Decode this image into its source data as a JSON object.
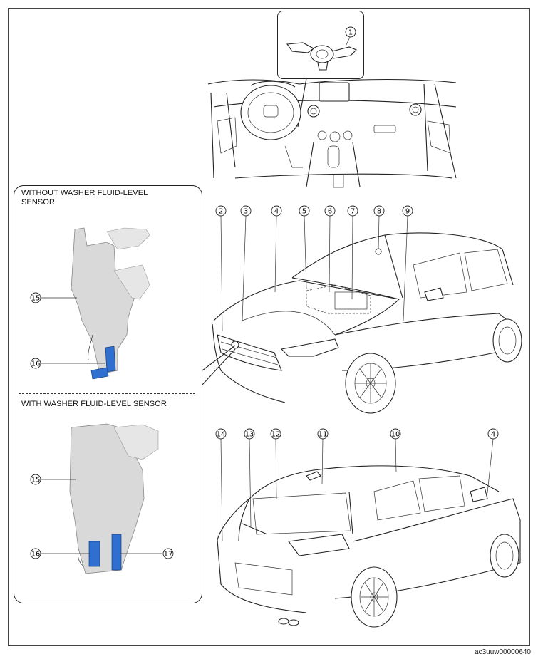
{
  "panel": {
    "without_sensor_title": "WITHOUT WASHER FLUID-LEVEL\nSENSOR",
    "with_sensor_title": "WITH WASHER FLUID-LEVEL SENSOR"
  },
  "callouts": [
    "1",
    "2",
    "3",
    "4",
    "5",
    "6",
    "7",
    "8",
    "9",
    "10",
    "11",
    "12",
    "13",
    "14",
    "15",
    "16",
    "17"
  ],
  "reference_code": "ac3uuw00000640",
  "colors": {
    "line": "#222222",
    "pump_blue": "#2f6fd0",
    "tank_gray": "#d9d9d9"
  }
}
